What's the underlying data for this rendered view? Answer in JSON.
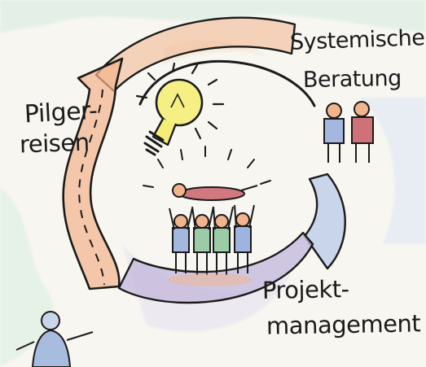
{
  "labels": {
    "pilgerreisen": [
      "Pilger-",
      "reisen"
    ],
    "systemische_beratung": [
      "Systemische",
      "Beratung"
    ],
    "projektmanagement": [
      "Projekt-",
      "management"
    ]
  },
  "colors": {
    "paper": "#f7f6f1",
    "ink": "#1b1b1b",
    "arrow_orange": "#f2b48c",
    "arrow_blue": "#b9c9e8",
    "arrow_violet": "#c2b5dc",
    "bulb_yellow": "#f4ee78",
    "wash_green": "#cfe8d6",
    "figure_red": "#c85a63",
    "figure_green": "#8cc49a",
    "figure_blue": "#8ea8da"
  },
  "icons": [
    "lightbulb-icon",
    "person-icon",
    "crowd-surfing-person-icon",
    "cycle-arrow-icon"
  ]
}
